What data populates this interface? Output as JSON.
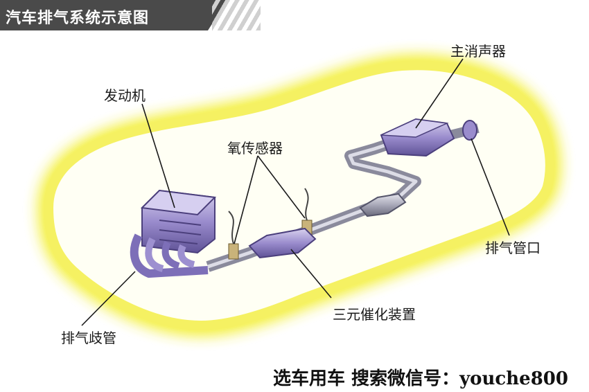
{
  "title": "汽车排气系统示意图",
  "labels": {
    "engine": "发动机",
    "oxygen_sensor": "氧传感器",
    "main_muffler": "主消声器",
    "tailpipe": "排气管口",
    "catalytic_converter": "三元催化装置",
    "exhaust_manifold": "排气歧管"
  },
  "footer": {
    "prefix": "选车用车 搜索微信号：",
    "account": "youche800"
  },
  "colors": {
    "glow": "#f2ee2a",
    "component": "#8f7fc4",
    "banner": "#4a4a4a"
  }
}
